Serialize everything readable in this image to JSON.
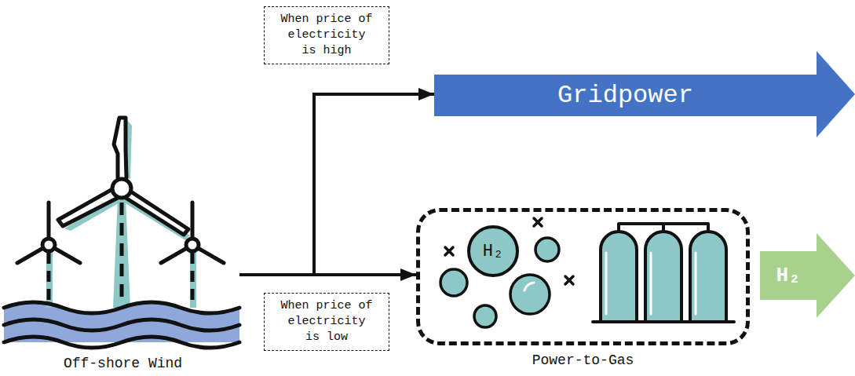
{
  "diagram": {
    "nodes": [
      {
        "text": [
          "When price of electricity is high"
        ]
      },
      {
        "text": [
          "Gridpower"
        ]
      },
      {
        "text": [
          "Off-shore Wind"
        ]
      },
      {
        "text": [
          "When price of electricity is low"
        ]
      },
      {
        "text": [
          "Power-to-Gas"
        ]
      },
      {
        "text": [
          "H₂"
        ],
        "in": 4
      },
      {
        "text": [
          "H₂"
        ]
      }
    ],
    "edges": [
      {
        "from": 2,
        "to": 1,
        "arrow": "to"
      },
      {
        "from": 2,
        "to": 4,
        "arrow": "to"
      }
    ]
  }
}
